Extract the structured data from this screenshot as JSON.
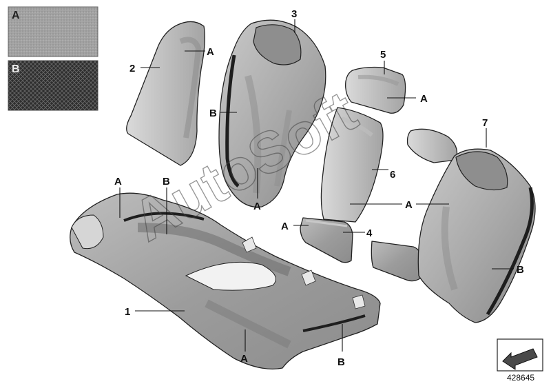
{
  "legend": {
    "swatch_a_letter": "A",
    "swatch_b_letter": "B"
  },
  "callouts": {
    "part_1": "1",
    "part_2": "2",
    "part_3": "3",
    "part_4": "4",
    "part_5": "5",
    "part_6": "6",
    "part_7": "7",
    "material_a": "A",
    "material_b": "B"
  },
  "diagram_number": "428645",
  "watermark_text": "AutoSoft",
  "colors": {
    "cover_fill": "#a9a9a9",
    "cover_shadow": "#7d7d7d",
    "cover_light": "#d0d0d0",
    "piping": "#2b2b2b",
    "swatch_a": "#9e9e9e",
    "swatch_b": "#3c3c3c"
  }
}
